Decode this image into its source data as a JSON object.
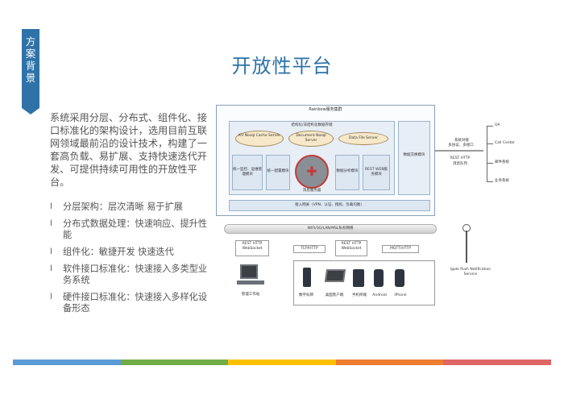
{
  "side_tab": {
    "label": "方案背景"
  },
  "page_title": "开放性平台",
  "intro_text": "系统采用分层、分布式、组件化、接口标准化的架构设计，选用目前互联网领域最前沿的设计技术，构建了一套高负载、易扩展、支持快速迭代开发、可提供持续可用性的开放性平台。",
  "bullets": [
    "分层架构：层次清晰    易于扩展",
    "分布式数据处理：快速响应、提升性能",
    "组件化：敏捷开发    快速迭代",
    "软件接口标准化：快速接入多类型业务系统",
    "硬件接口标准化：快速接入多样化设备形态"
  ],
  "diagram": {
    "platform_title": "Rainbow服务集群",
    "middleware_title": "结构化/非结构化数据存储",
    "kv_server": "KV Nosql Cache Server",
    "doc_server": "Document Nosql Server",
    "file_server": "Data File Server",
    "module_monitor": "统一监控、运维管理模块",
    "module_config": "统一配置模块",
    "router_label": "消息服务器",
    "module_analysis": "数据分析模块",
    "module_rest": "REST WEB服务模块",
    "side_module": "数据交换模块",
    "access_layer": "接入网关（VPN、认证、授权、负载均衡）",
    "network_label": "WIFI/3G/LAN/MSL私有网络",
    "rest_left": "REST HTTP WebSocket",
    "tcp_label": "TCP/HTTP",
    "rest_mid": "REST HTTP WebSocket",
    "mqtt_label": "MQTT/HTTP",
    "pc_label": "管理工作站",
    "devices": [
      "数字标牌",
      "桌面客户端",
      "手机终端",
      "Android",
      "iPhone"
    ],
    "push_label": "Igole Push Notification Service",
    "arrow_label_top": "系统对接",
    "arrow_label_top2": "多协议、多接口",
    "arrow_label_bottom": "REST HTTP",
    "arrow_label_bottom2": "消息队列",
    "external_systems": [
      "OA",
      "Call Center",
      "邮件系统",
      "业务系统"
    ]
  },
  "colors": {
    "accent": "#2e72a8",
    "bottom_bar": [
      "#5b9bd5",
      "#70ad47",
      "#ffc000",
      "#ed7d31",
      "#e06666"
    ]
  }
}
